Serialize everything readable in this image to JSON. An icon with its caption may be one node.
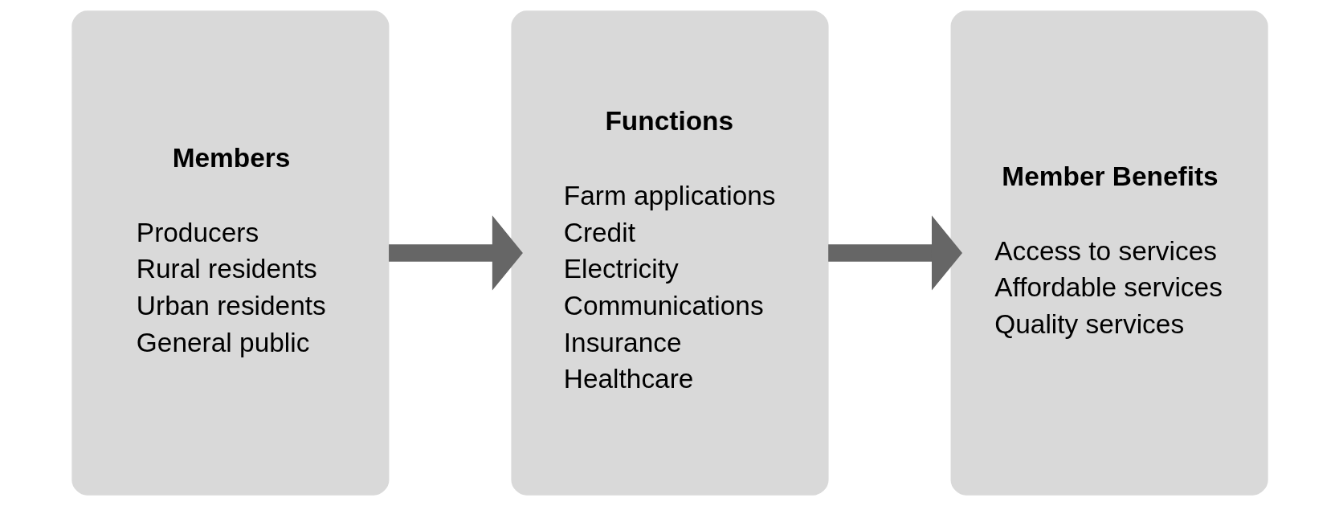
{
  "diagram": {
    "nodes": [
      {
        "text": [
          "Members",
          "Producers",
          "Rural residents",
          "Urban residents",
          "General public"
        ]
      },
      {
        "text": [
          "Functions",
          "Farm applications",
          "Credit",
          "Electricity",
          "Communications",
          "Insurance",
          "Healthcare"
        ]
      },
      {
        "text": [
          "Member Benefits",
          "Access to services",
          "Affordable services",
          "Quality services"
        ]
      }
    ],
    "edges": [
      {
        "from": 0,
        "to": 1,
        "arrow": "to"
      },
      {
        "from": 1,
        "to": 2,
        "arrow": "to"
      }
    ]
  }
}
